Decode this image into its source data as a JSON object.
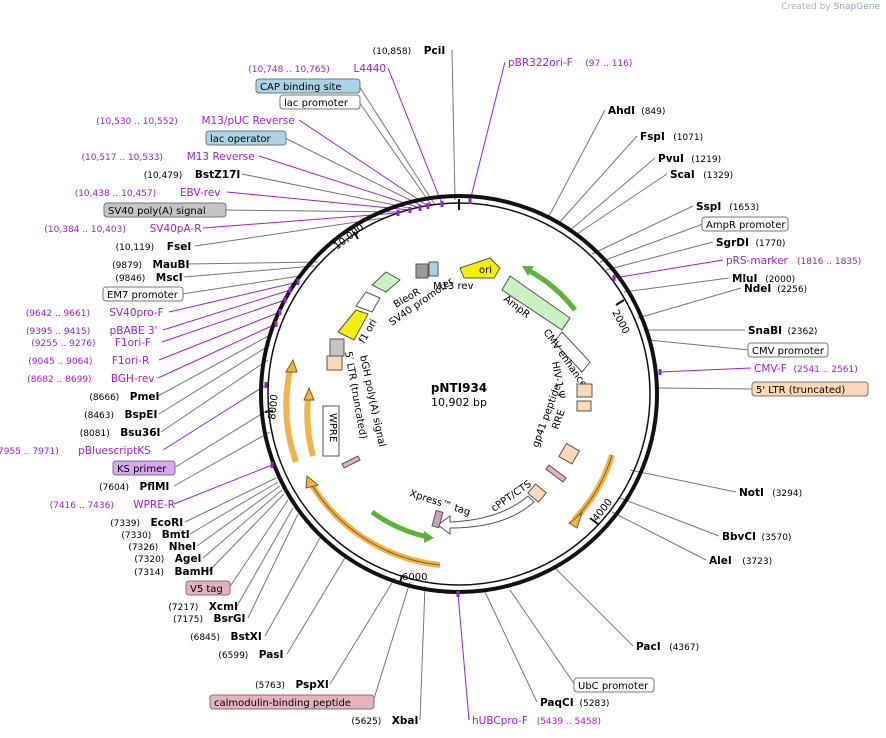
{
  "credit": {
    "prefix": "Created by",
    "brand": "SnapGene"
  },
  "plasmid": {
    "name": "pNTI934",
    "size": "10,902 bp"
  },
  "ticks": [
    "2000",
    "4000",
    "6000",
    "8000",
    "10,000"
  ],
  "features": {
    "ori": "ori",
    "ampr": "AmpR",
    "cmv_enhancer": "CMV enhancer",
    "hiv_psi": "HIV-1 Ψ",
    "rre": "RRE",
    "gp41": "gp41 peptide",
    "cppt": "cPPT/CTS",
    "xpress": "Xpress™ tag",
    "wpre": "WPRE",
    "ltr5": "5′ LTR (truncated)",
    "bgh": "bGH poly(A) signal",
    "f1": "f1 ori",
    "sv40p": "SV40 promoter",
    "bleor": "BleoR",
    "m13rev": "M13 rev"
  },
  "labels": [
    {
      "name": "PciI",
      "pos": "(10,858)",
      "kind": "enzyme"
    },
    {
      "name": "pBR322ori-F",
      "pos": "(97 .. 116)",
      "kind": "primer"
    },
    {
      "name": "L4440",
      "pos": "(10,748 .. 10,765)",
      "kind": "primer"
    },
    {
      "name": "CAP binding site",
      "kind": "box-blue"
    },
    {
      "name": "lac promoter",
      "kind": "box-white"
    },
    {
      "name": "M13/pUC Reverse",
      "pos": "(10,530 .. 10,552)",
      "kind": "primer"
    },
    {
      "name": "lac operator",
      "kind": "box-blue"
    },
    {
      "name": "M13 Reverse",
      "pos": "(10,517 .. 10,533)",
      "kind": "primer"
    },
    {
      "name": "BstZ17I",
      "pos": "(10,479)",
      "kind": "enzyme"
    },
    {
      "name": "EBV-rev",
      "pos": "(10,438 .. 10,457)",
      "kind": "primer"
    },
    {
      "name": "SV40 poly(A) signal",
      "kind": "box-gray"
    },
    {
      "name": "SV40pA-R",
      "pos": "(10,384 .. 10,403)",
      "kind": "primer"
    },
    {
      "name": "FseI",
      "pos": "(10,119)",
      "kind": "enzyme"
    },
    {
      "name": "MauBI",
      "pos": "(9879)",
      "kind": "enzyme"
    },
    {
      "name": "MscI",
      "pos": "(9846)",
      "kind": "enzyme"
    },
    {
      "name": "EM7 promoter",
      "kind": "box-white"
    },
    {
      "name": "SV40pro-F",
      "pos": "(9642 .. 9661)",
      "kind": "primer"
    },
    {
      "name": "pBABE 3'",
      "pos": "(9395 .. 9415)",
      "kind": "primer"
    },
    {
      "name": "F1ori-F",
      "pos": "(9255 .. 9276)",
      "kind": "primer"
    },
    {
      "name": "F1ori-R",
      "pos": "(9045 .. 9064)",
      "kind": "primer"
    },
    {
      "name": "BGH-rev",
      "pos": "(8682 .. 8699)",
      "kind": "primer"
    },
    {
      "name": "PmeI",
      "pos": "(8666)",
      "kind": "enzyme"
    },
    {
      "name": "BspEI",
      "pos": "(8463)",
      "kind": "enzyme"
    },
    {
      "name": "Bsu36I",
      "pos": "(8081)",
      "kind": "enzyme"
    },
    {
      "name": "pBluescriptKS",
      "pos": "(7955 .. 7971)",
      "kind": "primer"
    },
    {
      "name": "KS primer",
      "kind": "box-purple"
    },
    {
      "name": "PflMI",
      "pos": "(7604)",
      "kind": "enzyme"
    },
    {
      "name": "WPRE-R",
      "pos": "(7416 .. 7436)",
      "kind": "primer"
    },
    {
      "name": "EcoRI",
      "pos": "(7339)",
      "kind": "enzyme"
    },
    {
      "name": "BmtI",
      "pos": "(7330)",
      "kind": "enzyme"
    },
    {
      "name": "NheI",
      "pos": "(7326)",
      "kind": "enzyme"
    },
    {
      "name": "AgeI",
      "pos": "(7320)",
      "kind": "enzyme"
    },
    {
      "name": "BamHI",
      "pos": "(7314)",
      "kind": "enzyme"
    },
    {
      "name": "V5 tag",
      "kind": "box-pink"
    },
    {
      "name": "XcmI",
      "pos": "(7217)",
      "kind": "enzyme"
    },
    {
      "name": "BsrGI",
      "pos": "(7175)",
      "kind": "enzyme"
    },
    {
      "name": "BstXI",
      "pos": "(6845)",
      "kind": "enzyme"
    },
    {
      "name": "PasI",
      "pos": "(6599)",
      "kind": "enzyme"
    },
    {
      "name": "PspXI",
      "pos": "(5763)",
      "kind": "enzyme"
    },
    {
      "name": "calmodulin-binding peptide",
      "kind": "box-pink"
    },
    {
      "name": "XbaI",
      "pos": "(5625)",
      "kind": "enzyme"
    },
    {
      "name": "AhdI",
      "pos": "(849)",
      "kind": "enzyme"
    },
    {
      "name": "FspI",
      "pos": "(1071)",
      "kind": "enzyme"
    },
    {
      "name": "PvuI",
      "pos": "(1219)",
      "kind": "enzyme"
    },
    {
      "name": "ScaI",
      "pos": "(1329)",
      "kind": "enzyme"
    },
    {
      "name": "SspI",
      "pos": "(1653)",
      "kind": "enzyme"
    },
    {
      "name": "AmpR promoter",
      "kind": "box-white"
    },
    {
      "name": "SgrDI",
      "pos": "(1770)",
      "kind": "enzyme"
    },
    {
      "name": "pRS-marker",
      "pos": "(1816 .. 1835)",
      "kind": "primer"
    },
    {
      "name": "MluI",
      "pos": "(2000)",
      "kind": "enzyme"
    },
    {
      "name": "NdeI",
      "pos": "(2256)",
      "kind": "enzyme"
    },
    {
      "name": "SnaBI",
      "pos": "(2362)",
      "kind": "enzyme"
    },
    {
      "name": "CMV promoter",
      "kind": "box-white"
    },
    {
      "name": "CMV-F",
      "pos": "(2541 .. 2561)",
      "kind": "primer"
    },
    {
      "name": "5' LTR (truncated)",
      "kind": "box-peach"
    },
    {
      "name": "NotI",
      "pos": "(3294)",
      "kind": "enzyme"
    },
    {
      "name": "BbvCI",
      "pos": "(3570)",
      "kind": "enzyme"
    },
    {
      "name": "AleI",
      "pos": "(3723)",
      "kind": "enzyme"
    },
    {
      "name": "PacI",
      "pos": "(4367)",
      "kind": "enzyme"
    },
    {
      "name": "UbC promoter",
      "kind": "box-white"
    },
    {
      "name": "PaqCI",
      "pos": "(5283)",
      "kind": "enzyme"
    },
    {
      "name": "hUBCpro-F",
      "pos": "(5439 .. 5458)",
      "kind": "primer"
    }
  ],
  "colors": {
    "enzyme_text": "#000000",
    "position_text": "#000000",
    "primer": "#a020d0",
    "enzyme_line": "#777777",
    "box_blue": "#a9d4e6",
    "box_gray": "#c4c4c4",
    "box_purple": "#d9a8f0",
    "box_pink": "#e4b2c0",
    "box_peach": "#fbd8b6",
    "orf_orange": "#f0b34a",
    "orf_green": "#5bb33a",
    "ori_yellow": "#f5f000"
  }
}
